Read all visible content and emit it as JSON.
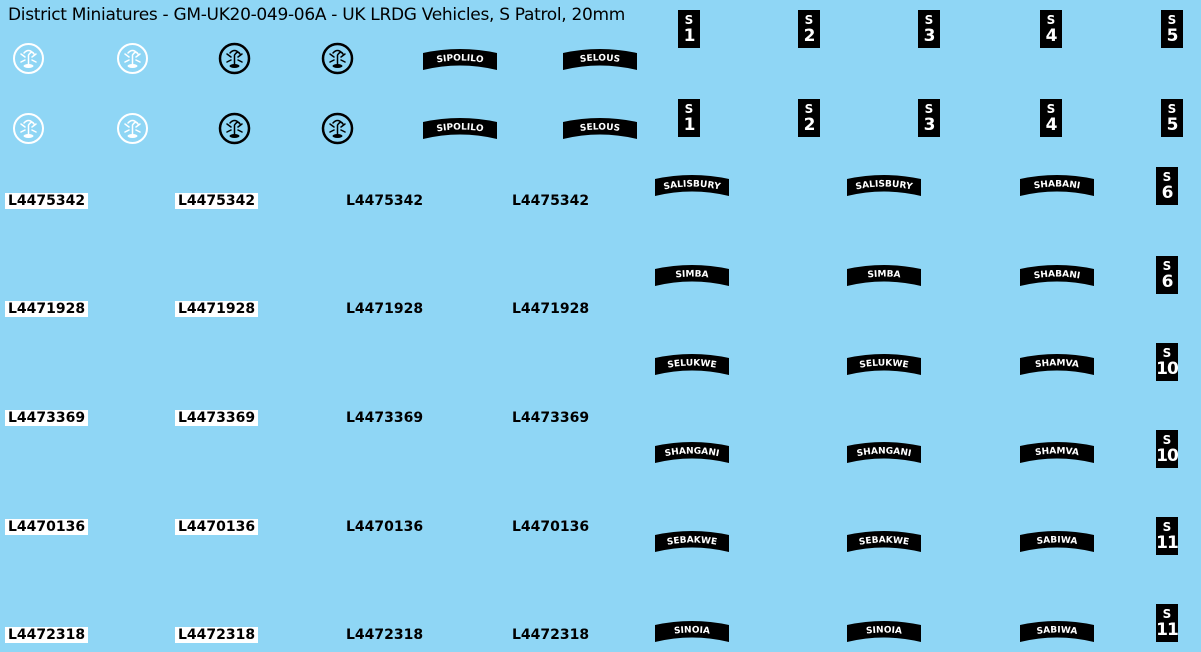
{
  "title": "District Miniatures - GM-UK20-049-06A - UK LRDG Vehicles, S Patrol, 20mm",
  "colors": {
    "background": "#8fd6f5",
    "decal_black": "#000000",
    "decal_white": "#ffffff"
  },
  "badges": {
    "icon": "scorpion-insignia-icon"
  },
  "tags": {
    "s": "S",
    "n1": "1",
    "n2": "2",
    "n3": "3",
    "n4": "4",
    "n5": "5",
    "n6": "6",
    "n10": "10",
    "n11": "11"
  },
  "names": {
    "sipolilo": "SIPOLILO",
    "selous": "SELOUS",
    "salisbury": "SALISBURY",
    "shabani": "SHABANI",
    "simba": "SIMBA",
    "selukwe": "SELUKWE",
    "shamva": "SHAMVA",
    "shangani": "SHANGANI",
    "sebakwe": "SEBAKWE",
    "sabiwa": "SABIWA",
    "sinoia": "SINOIA"
  },
  "plates": {
    "p1": "L4475342",
    "p2": "L4471928",
    "p3": "L4473369",
    "p4": "L4470136",
    "p5": "L4472318"
  }
}
